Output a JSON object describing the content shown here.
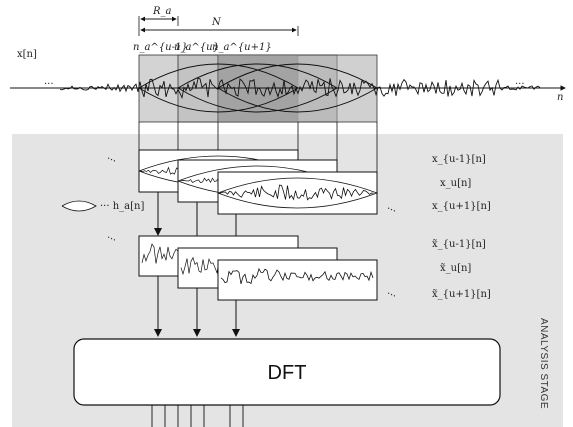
{
  "signal_label": "x[n]",
  "axis_label": "n",
  "ellipsis": "...",
  "ellipsis_vertical": "⋱",
  "hop_label": "R_a",
  "window_length_label": "N",
  "frame_markers": [
    "n_a^{u-1}",
    "n_a^{u}",
    "n_a^{u+1}"
  ],
  "window_label": "h_a[n]",
  "windowed_frames": [
    "x_{u-1}[n]",
    "x_u[n]",
    "x_{u+1}[n]"
  ],
  "analysis_frames": [
    "x̃_{u-1}[n]",
    "x̃_u[n]",
    "x̃_{u+1}[n]"
  ],
  "dft_label": "DFT",
  "stage_label": "ANALYSIS STAGE",
  "colors": {
    "stage_background": "#e4e4e4",
    "window_light": "#d8d8d8",
    "window_mid": "#bdbdbd",
    "window_dark": "#9e9e9e",
    "ink": "#111111"
  }
}
